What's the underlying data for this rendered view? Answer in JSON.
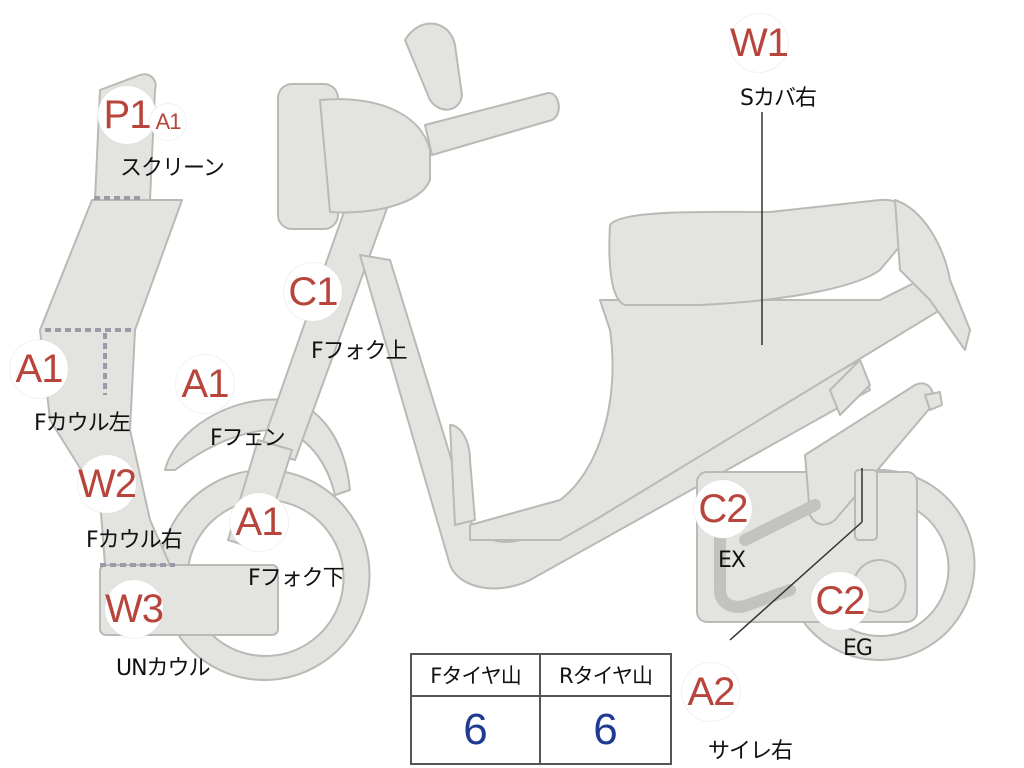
{
  "colors": {
    "part_fill": "#e3e3e0",
    "part_stroke": "#b9b9b5",
    "rating_text": "#b7453c",
    "tire_value_text": "#1f3a93",
    "leader_line": "#333333"
  },
  "annotations": {
    "p1": {
      "grade": "P1",
      "part": "スクリーン"
    },
    "a1_screen": {
      "grade": "A1"
    },
    "a1_left_cowl": {
      "grade": "A1",
      "part": "Fカウル左"
    },
    "w2": {
      "grade": "W2",
      "part": "Fカウル右"
    },
    "w3": {
      "grade": "W3",
      "part": "UNカウル"
    },
    "a1_fender": {
      "grade": "A1",
      "part": "Fフェン"
    },
    "c1": {
      "grade": "C1",
      "part": "Fフォク上"
    },
    "a1_fork_lower": {
      "grade": "A1",
      "part": "Fフォク下"
    },
    "w1": {
      "grade": "W1",
      "part": "Sカバ右"
    },
    "c2_ex": {
      "grade": "C2",
      "part": "EX"
    },
    "c2_eg": {
      "grade": "C2",
      "part": "EG"
    },
    "a2": {
      "grade": "A2",
      "part": "サイレ右"
    }
  },
  "tire_table": {
    "headers": [
      "Fタイヤ山",
      "Rタイヤ山"
    ],
    "values": [
      "6",
      "6"
    ]
  }
}
